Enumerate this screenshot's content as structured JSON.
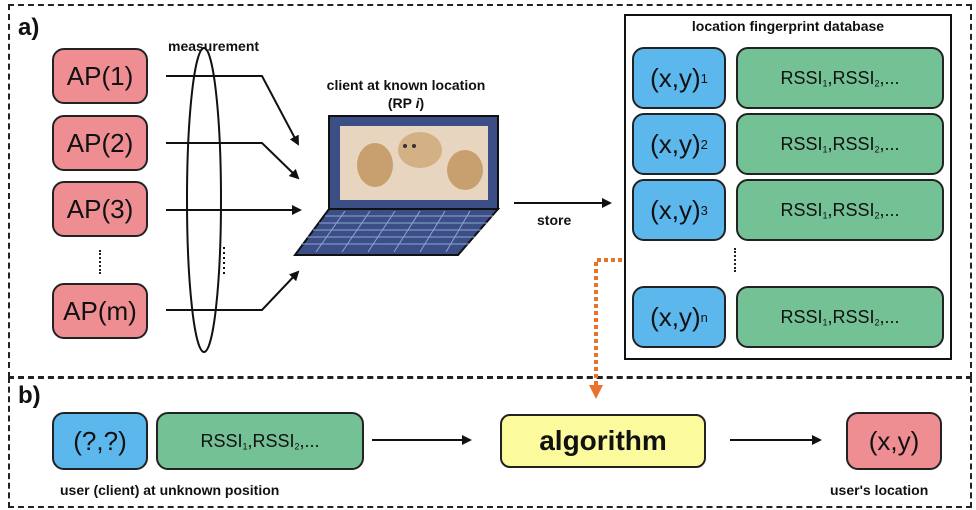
{
  "panels": {
    "a_label": "a)",
    "b_label": "b)"
  },
  "aps": [
    "AP(1)",
    "AP(2)",
    "AP(3)",
    "AP(m)"
  ],
  "measurement_label": "measurement",
  "client_label_line1": "client at known location",
  "client_label_line2_prefix": "(RP ",
  "client_label_line2_italic": "i",
  "client_label_line2_suffix": ")",
  "store_label": "store",
  "database": {
    "title": "location fingerprint database",
    "rows": [
      {
        "coord": "(x,y)",
        "sub": "1",
        "rssi": "RSSI1,RSSI2,..."
      },
      {
        "coord": "(x,y)",
        "sub": "2",
        "rssi": "RSSI1,RSSI2,..."
      },
      {
        "coord": "(x,y)",
        "sub": "3",
        "rssi": "RSSI1,RSSI2,..."
      },
      {
        "coord": "(x,y)",
        "sub": "n",
        "rssi": "RSSI1,RSSI2,..."
      }
    ]
  },
  "panel_b": {
    "unknown_coord": "(?,?)",
    "rssi": "RSSI1,RSSI2,...",
    "algorithm": "algorithm",
    "result": "(x,y)",
    "user_label": "user (client) at unknown position",
    "location_label": "user's location"
  },
  "colors": {
    "ap": "#ee8e93",
    "coord": "#5bb7ec",
    "rssi": "#74c196",
    "algorithm": "#fbfa9c",
    "orange_arrow": "#e8742c",
    "laptop_body": "#3b4f86"
  },
  "icons": [
    "laptop-icon",
    "ellipse-lens-icon"
  ]
}
